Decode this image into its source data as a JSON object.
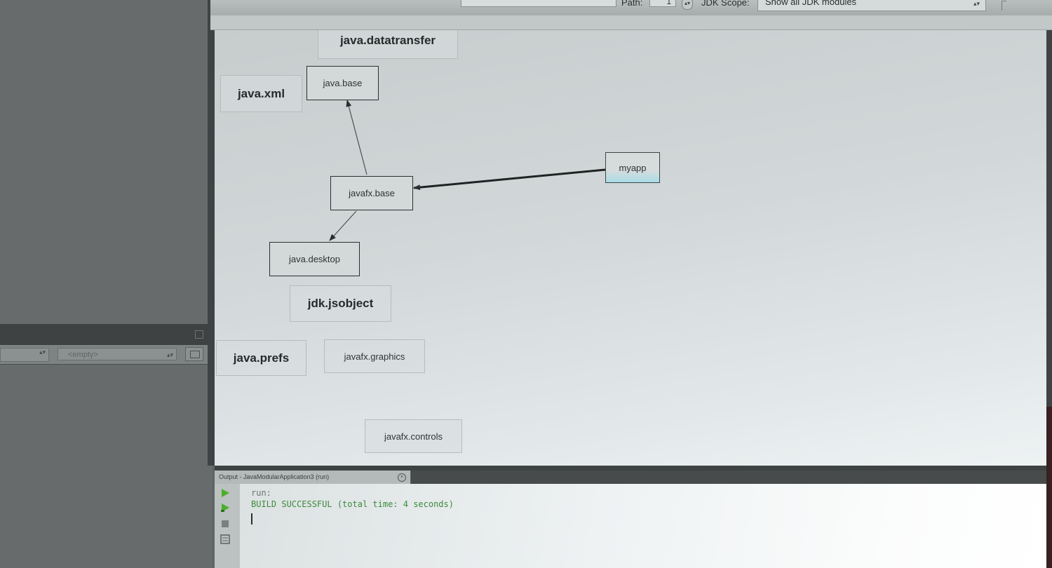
{
  "toolbar": {
    "path_label": "Path:",
    "path_value": "1",
    "jdk_scope_label": "JDK Scope:",
    "jdk_scope_value": "Show all JDK modules"
  },
  "left_panel": {
    "select_empty": "<empty>"
  },
  "graph": {
    "nodes": {
      "java_datatransfer": "java.datatransfer",
      "java_base": "java.base",
      "java_xml": "java.xml",
      "myapp": "myapp",
      "javafx_base": "javafx.base",
      "java_desktop": "java.desktop",
      "jdk_jsobject": "jdk.jsobject",
      "java_prefs": "java.prefs",
      "javafx_graphics": "javafx.graphics",
      "javafx_controls": "javafx.controls"
    }
  },
  "output": {
    "tab_title": "Output - JavaModularApplication3 (run)",
    "line_run": "run:",
    "line_build": "BUILD SUCCESSFUL (total time: 4 seconds)"
  },
  "colors": {
    "build_success": "#3c8a3c",
    "run_green": "#4caf2a"
  }
}
